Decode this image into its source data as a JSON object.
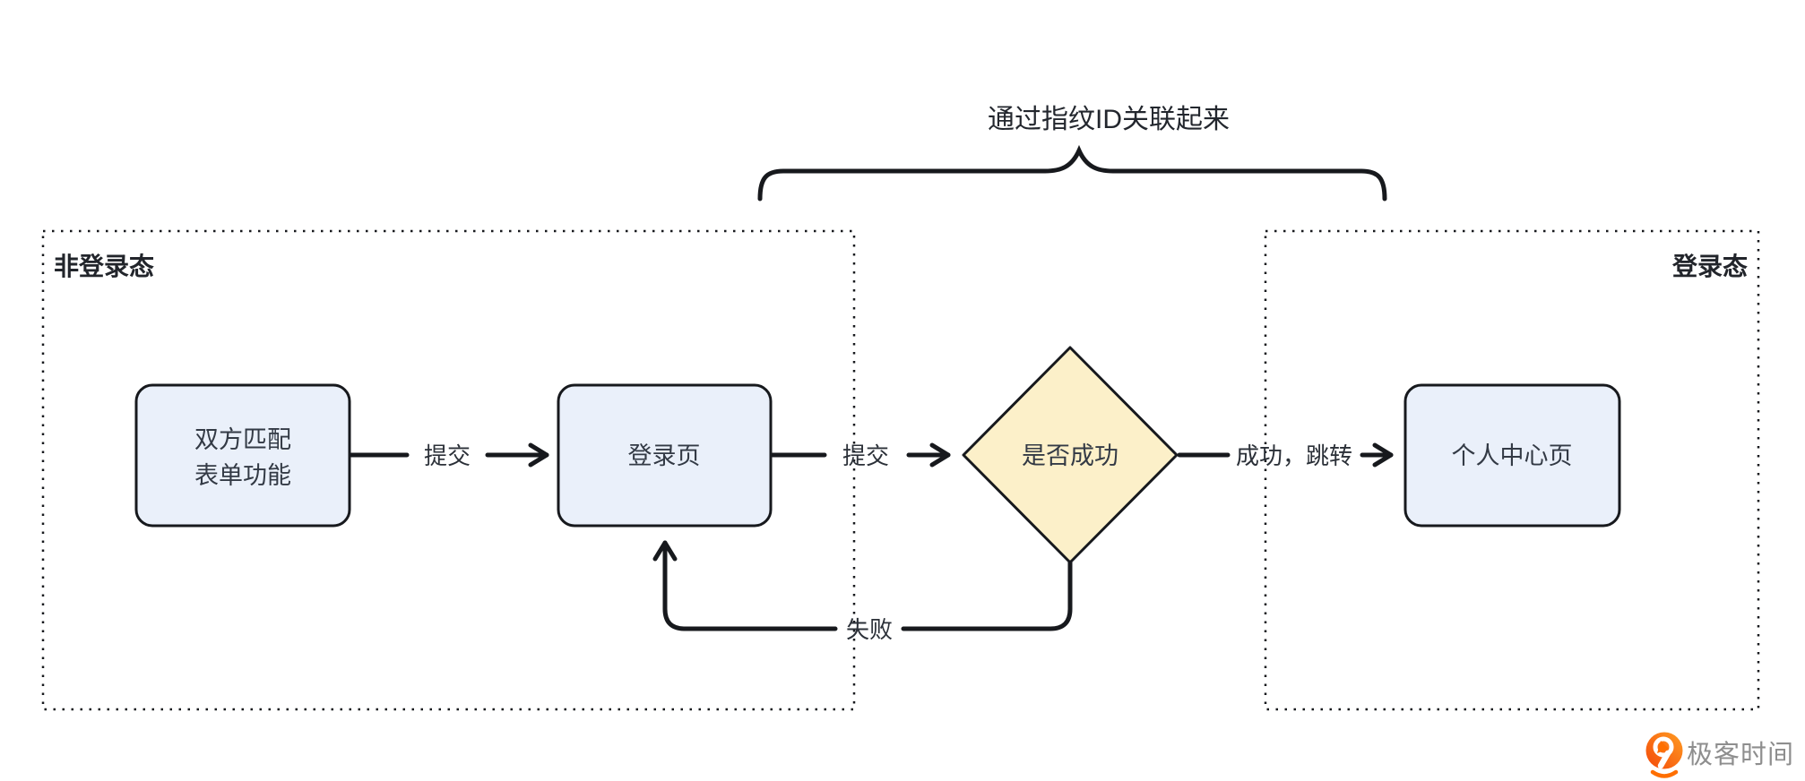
{
  "title": "通过指纹ID关联起来",
  "regions": {
    "left": {
      "label": "非登录态"
    },
    "right": {
      "label": "登录态"
    }
  },
  "nodes": {
    "match_form": {
      "line1": "双方匹配",
      "line2": "表单功能"
    },
    "login_page": {
      "label": "登录页"
    },
    "decision": {
      "label": "是否成功"
    },
    "profile_page": {
      "label": "个人中心页"
    }
  },
  "edges": {
    "submit1": {
      "label": "提交"
    },
    "submit2": {
      "label": "提交"
    },
    "success": {
      "label": "成功，跳转"
    },
    "fail": {
      "label": "失败"
    }
  },
  "logo": {
    "text": "极客时间"
  },
  "colors": {
    "stroke": "#17191d",
    "node_fill": "#EAF0FA",
    "decision_fill": "#FCF0C9",
    "logo_orange": "#FF6F00",
    "logo_text": "#8E8E8E"
  }
}
